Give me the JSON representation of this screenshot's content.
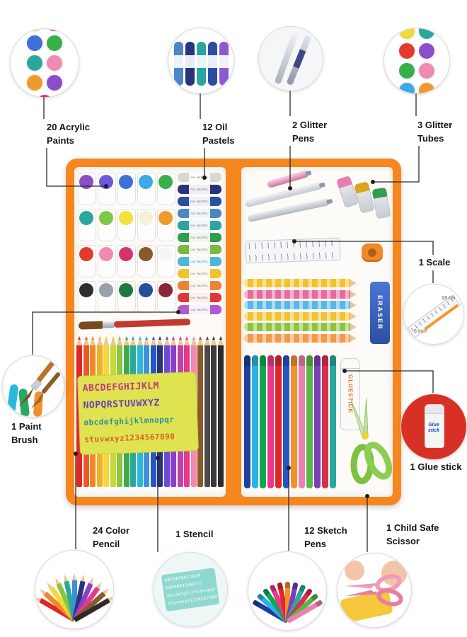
{
  "callouts": {
    "acrylic_paints": {
      "label": "20 Acrylic Paints"
    },
    "oil_pastels": {
      "label": "12 Oil Pastels"
    },
    "glitter_pens": {
      "label": "2 Glitter Pens"
    },
    "glitter_tubes": {
      "label": "3 Glitter Tubes"
    },
    "scale": {
      "label": "1 Scale"
    },
    "paint_brush": {
      "label": "1 Paint Brush"
    },
    "glue_stick": {
      "label": "1 Glue stick"
    },
    "color_pencil": {
      "label": "24 Color Pencil"
    },
    "stencil": {
      "label": "1 Stencil"
    },
    "sketch_pens": {
      "label": "12 Sketch Pens"
    },
    "child_safe_scissor": {
      "label": "1 Child Safe Scissor"
    }
  },
  "product_text": {
    "eraser": "ERASER",
    "glue_barrel": "GLUESTICK",
    "glue_bubble": "Glue stick",
    "pastel_wrapper": "OIL PASTEL",
    "ruler_cm": "13 cm",
    "ruler_inch": "6 Inch"
  },
  "stencil": {
    "rows": [
      "ABCDEFGHIJKLM",
      "NOPQRSTUVWXYZ",
      "abcdefghijklmnopqr",
      "stuvwxyz1234567890"
    ]
  },
  "colors": {
    "case_orange": "#f6871f",
    "eraser_blue": "#2b4fa0",
    "glue_bubble_red": "#d93025",
    "acrylic_pots": [
      "#8a4fc8",
      "#6a5ad8",
      "#3f6fd8",
      "#3fa8e8",
      "#35b04a",
      "#2aa8a0",
      "#7dc848",
      "#f2e23b",
      "#f5f0d8",
      "#f09a2e",
      "#e23b2e",
      "#f08ab0",
      "#d6336c",
      "#8a5a2a",
      "#f5f5f5",
      "#2e2e2e",
      "#9aa0a8",
      "#1f7a3f",
      "#274d9e",
      "#8a2635"
    ],
    "oil_pastels": [
      "#d8d8d2",
      "#27337a",
      "#2b4fa0",
      "#4a86c8",
      "#2aa5a0",
      "#2f9e4f",
      "#7db843",
      "#4ab8d8",
      "#f2c230",
      "#ef8232",
      "#e03838",
      "#b05ad0"
    ],
    "color_pencils": [
      "#e02828",
      "#e85a28",
      "#f0882a",
      "#f2b02a",
      "#f2d838",
      "#c8d838",
      "#8bc53f",
      "#3fa84f",
      "#2aa89a",
      "#2ab8d8",
      "#3f8fd8",
      "#2456c9",
      "#27337a",
      "#6a4ad8",
      "#8a3fc8",
      "#c23fb0",
      "#e8388a",
      "#f08ab0",
      "#8a5a2a",
      "#4a4a4a",
      "#3a3a3a",
      "#2b2b2b"
    ],
    "cartoon_pencils": [
      "#f2c230",
      "#e8699e",
      "#57b8e8",
      "#f2c230",
      "#8bc53f",
      "#f2994a"
    ],
    "sketch_pens": [
      "#1b3f9e",
      "#2bb3e8",
      "#0fa84f",
      "#e8388a",
      "#e02828",
      "#2456c9",
      "#f2912b",
      "#ef7fb0",
      "#57b847",
      "#7a3fb5",
      "#d92f4b",
      "#2aa8a0"
    ],
    "glitter_pens": [
      "#e87fb0",
      "#d8dce4",
      "#c4cad6"
    ],
    "glitter_tube_caps": [
      "#e87fb0",
      "#d9a520",
      "#2f9e4f"
    ],
    "bubble_paint_pots": [
      "#f2d838",
      "#e23b2e",
      "#3f6fd8",
      "#35b04a",
      "#2aa8a0",
      "#f08ab0",
      "#f09a2e",
      "#8a4fc8",
      "#d6336c"
    ],
    "bubble_glitter_pots": [
      "#f2d838",
      "#2aa8a0",
      "#e23b2e",
      "#8a4fc8",
      "#35b04a",
      "#f08ab0",
      "#3fa8e8",
      "#f09a2e"
    ],
    "bubble_pastel_sticks": [
      "#4a86c8",
      "#27337a",
      "#2aa5a0",
      "#2b4fa0",
      "#8a5ad0"
    ],
    "bubble_pencil_fan": [
      "#e02828",
      "#f0882a",
      "#f2d838",
      "#8bc53f",
      "#2aa89a",
      "#3f8fd8",
      "#27337a",
      "#8a3fc8",
      "#e8388a",
      "#8a5a2a",
      "#2b2b2b"
    ],
    "bubble_pen_fan": [
      "#1b3f9e",
      "#2bb3e8",
      "#0fa84f",
      "#e8388a",
      "#e02828",
      "#f2912b",
      "#7a3fb5",
      "#2aa8a0",
      "#d92f4b",
      "#57b847",
      "#ef7fb0"
    ]
  }
}
